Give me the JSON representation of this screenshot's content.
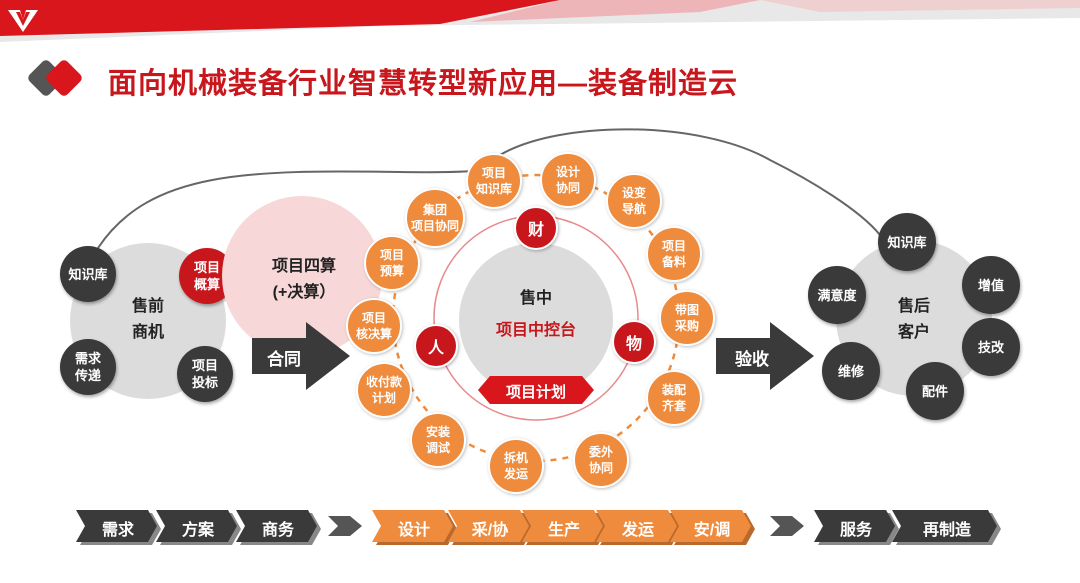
{
  "title": "面向机械装备行业智慧转型新应用—装备制造云",
  "colors": {
    "accent": "#c8171c",
    "orange": "#ef8b3d",
    "dark": "#3a3a3a",
    "grey": "#dcdcdc",
    "pink": "#f7d7d7"
  },
  "presale": {
    "center": "售前\n商机",
    "nodes": [
      "知识库",
      "项目\n概算",
      "需求\n传递",
      "项目\n投标"
    ]
  },
  "budget": {
    "title": "项目四算",
    "subtitle": "(+决算）"
  },
  "arrow_contract": "合同",
  "arrow_accept": "验收",
  "center": {
    "title": "售中",
    "subtitle": "项目中控台",
    "plan": "项目计划",
    "badges": [
      "财",
      "人",
      "物"
    ]
  },
  "ring_nodes": [
    "项目\n知识库",
    "设计\n协同",
    "设变\n导航",
    "项目\n备料",
    "带图\n采购",
    "装配\n齐套",
    "委外\n协同",
    "拆机\n发运",
    "安装\n调试",
    "收付款\n计划",
    "项目\n核决算",
    "项目\n预算",
    "集团\n项目协同"
  ],
  "aftersale": {
    "center": "售后\n客户",
    "nodes": [
      "知识库",
      "增值",
      "满意度",
      "技改",
      "维修",
      "配件"
    ]
  },
  "pipeline": {
    "group1": [
      "需求",
      "方案",
      "商务"
    ],
    "group2": [
      "设计",
      "采/协",
      "生产",
      "发运",
      "安/调"
    ],
    "group3": [
      "服务",
      "再制造"
    ]
  }
}
